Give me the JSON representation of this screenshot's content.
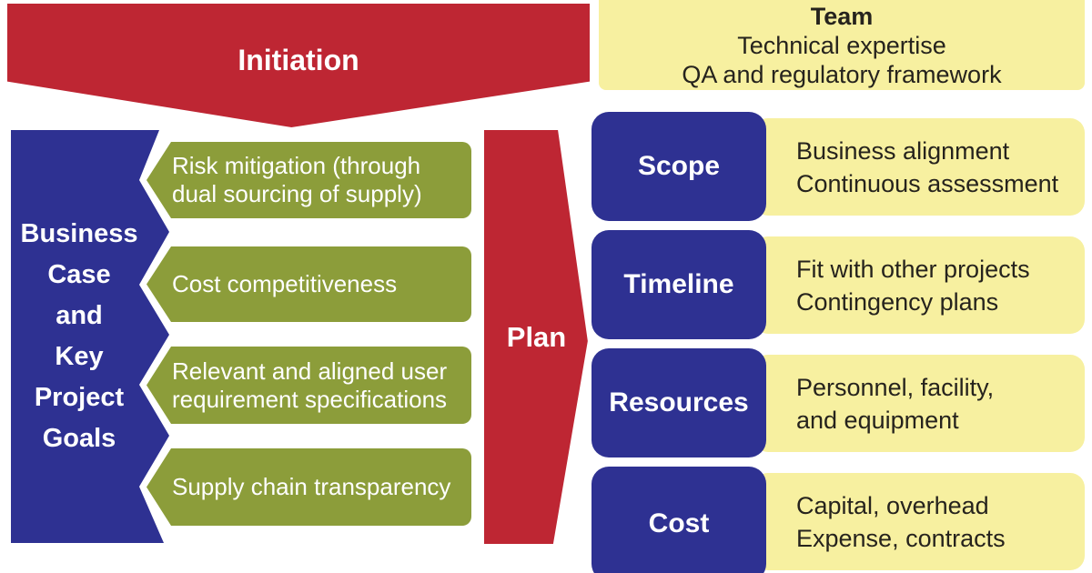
{
  "colors": {
    "red": "#be2633",
    "blue": "#2e3192",
    "green": "#8c9d3a",
    "yellow": "#f7f0a0",
    "text_dark": "#26231d",
    "text_light": "#ffffff"
  },
  "initiation": {
    "label": "Initiation"
  },
  "team": {
    "title": "Team",
    "lines": [
      "Technical expertise",
      "QA and regulatory framework"
    ]
  },
  "business_case": {
    "lines": [
      "Business",
      "Case",
      "and",
      "Key",
      "Project",
      "Goals"
    ]
  },
  "goals": [
    {
      "lines": [
        "Risk mitigation (through",
        "dual sourcing of supply)"
      ]
    },
    {
      "lines": [
        "Cost competitiveness"
      ]
    },
    {
      "lines": [
        "Relevant and aligned user",
        "requirement specifications"
      ]
    },
    {
      "lines": [
        "Supply chain transparency"
      ]
    }
  ],
  "plan": {
    "label": "Plan"
  },
  "plan_rows": [
    {
      "category": "Scope",
      "details": [
        "Business alignment",
        "Continuous assessment"
      ]
    },
    {
      "category": "Timeline",
      "details": [
        "Fit with other projects",
        "Contingency plans"
      ]
    },
    {
      "category": "Resources",
      "details": [
        "Personnel, facility,",
        "and equipment"
      ]
    },
    {
      "category": "Cost",
      "details": [
        "Capital, overhead",
        "Expense, contracts"
      ]
    }
  ]
}
